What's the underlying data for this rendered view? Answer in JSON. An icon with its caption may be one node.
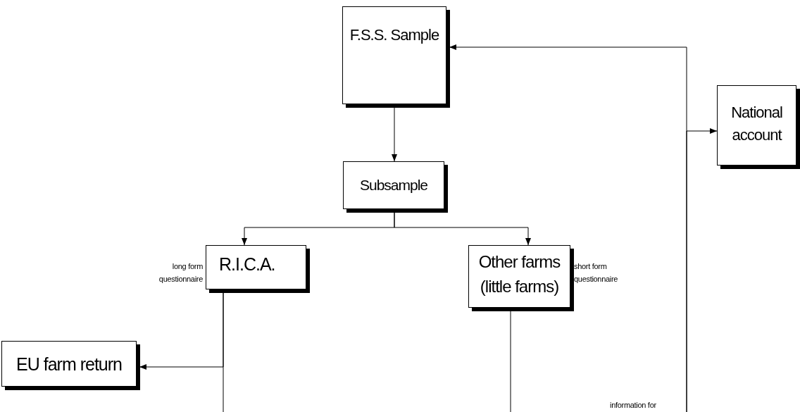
{
  "diagram": {
    "nodes": [
      {
        "text": [
          "F.S.S. Sample"
        ]
      },
      {
        "text": [
          "National account"
        ]
      },
      {
        "text": [
          "Subsample"
        ]
      },
      {
        "text": [
          "R.I.C.A."
        ],
        "beside": [
          "long form questionnaire"
        ]
      },
      {
        "text": [
          "Other farms (little farms)"
        ],
        "beside": [
          "short form questionnaire"
        ]
      },
      {
        "text": [
          "EU farm return"
        ]
      }
    ],
    "edges": [
      {
        "from": 0,
        "to": 2,
        "arrow": "to"
      },
      {
        "from": 2,
        "to": 3,
        "arrow": "to"
      },
      {
        "from": 2,
        "to": 4,
        "arrow": "to"
      },
      {
        "from": 3,
        "to": 5,
        "arrow": "to"
      },
      {
        "from": 3,
        "to": null,
        "arrow": "none"
      },
      {
        "from": 4,
        "to": null,
        "arrow": "none"
      },
      {
        "from": null,
        "to": 0,
        "arrow": "to"
      },
      {
        "from": null,
        "to": 1,
        "arrow": "to"
      }
    ],
    "labels": [
      "information for"
    ]
  }
}
